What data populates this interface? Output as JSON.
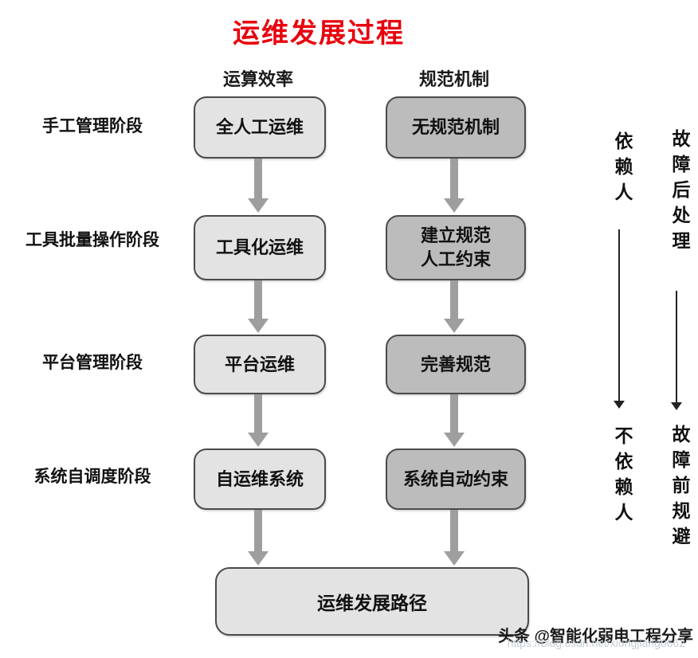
{
  "title": "运维发展过程",
  "column_headers": {
    "efficiency": "运算效率",
    "mechanism": "规范机制"
  },
  "stages": [
    {
      "label": "手工管理阶段",
      "efficiency_box": "全人工运维",
      "mechanism_box": "无规范机制"
    },
    {
      "label": "工具批量操作阶段",
      "efficiency_box": "工具化运维",
      "mechanism_box": "建立规范\n人工约束"
    },
    {
      "label": "平台管理阶段",
      "efficiency_box": "平台运维",
      "mechanism_box": "完善规范"
    },
    {
      "label": "系统自调度阶段",
      "efficiency_box": "自运维系统",
      "mechanism_box": "系统自动约束"
    }
  ],
  "bottom_box": "运维发展路径",
  "right_annotations": {
    "dependency": {
      "top": "依赖人",
      "bottom": "不依赖人"
    },
    "fault": {
      "top": "故障后处理",
      "bottom": "故障前规避"
    }
  },
  "watermark": {
    "main": "头条 @智能化弱电工程分享",
    "faint": "https://blog.csdn.net/xiongjiang0662"
  },
  "colors": {
    "title": "#e8000d",
    "box_light": "#e3e3e3",
    "box_dark": "#bcbcbc",
    "arrow": "#9e9e9e"
  }
}
